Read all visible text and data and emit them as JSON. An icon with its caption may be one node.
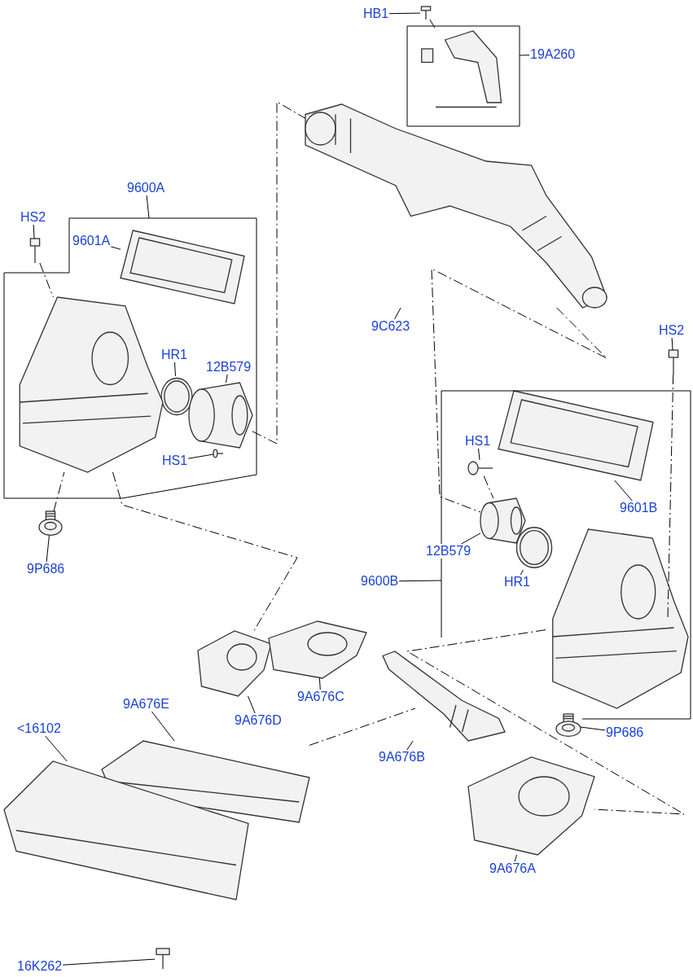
{
  "diagram": {
    "nodes": [
      {
        "text": [
          "HB1"
        ]
      },
      {
        "text": [],
        "shape": "picture"
      },
      {
        "text": [
          "HS2"
        ]
      },
      {
        "text": [],
        "shape": "picture"
      },
      {
        "text": [
          "9601A"
        ]
      },
      {
        "text": [],
        "shape": "picture"
      },
      {
        "text": [
          "HR1"
        ]
      },
      {
        "text": [],
        "shape": "picture"
      },
      {
        "text": [
          "12B579"
        ]
      },
      {
        "text": [],
        "shape": "picture"
      },
      {
        "text": [
          "HS1"
        ]
      },
      {
        "text": [],
        "shape": "picture"
      },
      {
        "text": [
          "9P686"
        ]
      },
      {
        "text": [],
        "shape": "picture"
      },
      {
        "text": [
          "9C623"
        ]
      },
      {
        "text": [],
        "shape": "picture"
      },
      {
        "text": [
          "HS2"
        ]
      },
      {
        "text": [],
        "shape": "picture"
      },
      {
        "text": [
          "HS1"
        ]
      },
      {
        "text": [],
        "shape": "picture"
      },
      {
        "text": [
          "9601B"
        ]
      },
      {
        "text": [],
        "shape": "picture"
      },
      {
        "text": [
          "12B579"
        ]
      },
      {
        "text": [],
        "shape": "picture"
      },
      {
        "text": [
          "HR1"
        ]
      },
      {
        "text": [],
        "shape": "picture"
      },
      {
        "text": [
          "9P686"
        ]
      },
      {
        "text": [],
        "shape": "picture"
      },
      {
        "text": [
          "9A676D"
        ]
      },
      {
        "text": [],
        "shape": "picture"
      },
      {
        "text": [
          "9A676C"
        ]
      },
      {
        "text": [],
        "shape": "picture"
      },
      {
        "text": [
          "9A676E"
        ]
      },
      {
        "text": [],
        "shape": "picture"
      },
      {
        "text": [
          "<16102"
        ]
      },
      {
        "text": [],
        "shape": "picture"
      },
      {
        "text": [
          "9A676B"
        ]
      },
      {
        "text": [],
        "shape": "picture"
      },
      {
        "text": [
          "9A676A"
        ]
      },
      {
        "text": [],
        "shape": "picture"
      },
      {
        "text": [
          "16K262"
        ]
      },
      {
        "text": [],
        "shape": "picture"
      },
      {
        "text": [],
        "shape": "picture"
      },
      {
        "text": [],
        "shape": "picture"
      },
      {
        "text": [],
        "shape": "picture"
      },
      {
        "text": [
          "19A260"
        ]
      },
      {
        "text": [
          "9600A"
        ]
      },
      {
        "text": [
          "9600B"
        ]
      }
    ],
    "edges": [
      {
        "from": 0,
        "to": 1,
        "arrow": "none"
      },
      {
        "from": 2,
        "to": 3,
        "arrow": "none"
      },
      {
        "from": 4,
        "to": 5,
        "arrow": "none"
      },
      {
        "from": 6,
        "to": 7,
        "arrow": "none"
      },
      {
        "from": 8,
        "to": 9,
        "arrow": "none"
      },
      {
        "from": 10,
        "to": 11,
        "arrow": "none"
      },
      {
        "from": 12,
        "to": 13,
        "arrow": "none"
      },
      {
        "from": 14,
        "to": 15,
        "arrow": "none"
      },
      {
        "from": 16,
        "to": 17,
        "arrow": "none"
      },
      {
        "from": 18,
        "to": 19,
        "arrow": "none"
      },
      {
        "from": 20,
        "to": 21,
        "arrow": "none"
      },
      {
        "from": 22,
        "to": 23,
        "arrow": "none"
      },
      {
        "from": 24,
        "to": 25,
        "arrow": "none"
      },
      {
        "from": 26,
        "to": 27,
        "arrow": "none"
      },
      {
        "from": 28,
        "to": 29,
        "arrow": "none"
      },
      {
        "from": 30,
        "to": 31,
        "arrow": "none"
      },
      {
        "from": 32,
        "to": 33,
        "arrow": "none"
      },
      {
        "from": 34,
        "to": 35,
        "arrow": "none"
      },
      {
        "from": 36,
        "to": 37,
        "arrow": "none"
      },
      {
        "from": 38,
        "to": 39,
        "arrow": "none"
      },
      {
        "from": 40,
        "to": 41,
        "arrow": "none"
      },
      {
        "from": 1,
        "to": 44,
        "arrow": "none",
        "style": "dashed"
      },
      {
        "from": 3,
        "to": 42,
        "arrow": "none",
        "style": "dashed"
      },
      {
        "from": 13,
        "to": 42,
        "arrow": "none",
        "style": "dashed"
      },
      {
        "from": 9,
        "to": 15,
        "arrow": "none",
        "style": "dashed"
      },
      {
        "from": 15,
        "to": 23,
        "arrow": "none",
        "style": "dashed"
      },
      {
        "from": 42,
        "to": 29,
        "arrow": "none",
        "style": "dashed"
      },
      {
        "from": 17,
        "to": 43,
        "arrow": "none",
        "style": "dashed"
      },
      {
        "from": 19,
        "to": 23,
        "arrow": "none",
        "style": "dashed"
      },
      {
        "from": 43,
        "to": 39,
        "arrow": "none",
        "style": "dashed"
      },
      {
        "from": 33,
        "to": 37,
        "arrow": "none",
        "style": "dashed"
      },
      {
        "from": 45,
        "to": null,
        "arrow": "none"
      },
      {
        "from": 46,
        "to": null,
        "arrow": "none"
      },
      {
        "from": 47,
        "to": null,
        "arrow": "none"
      }
    ]
  }
}
